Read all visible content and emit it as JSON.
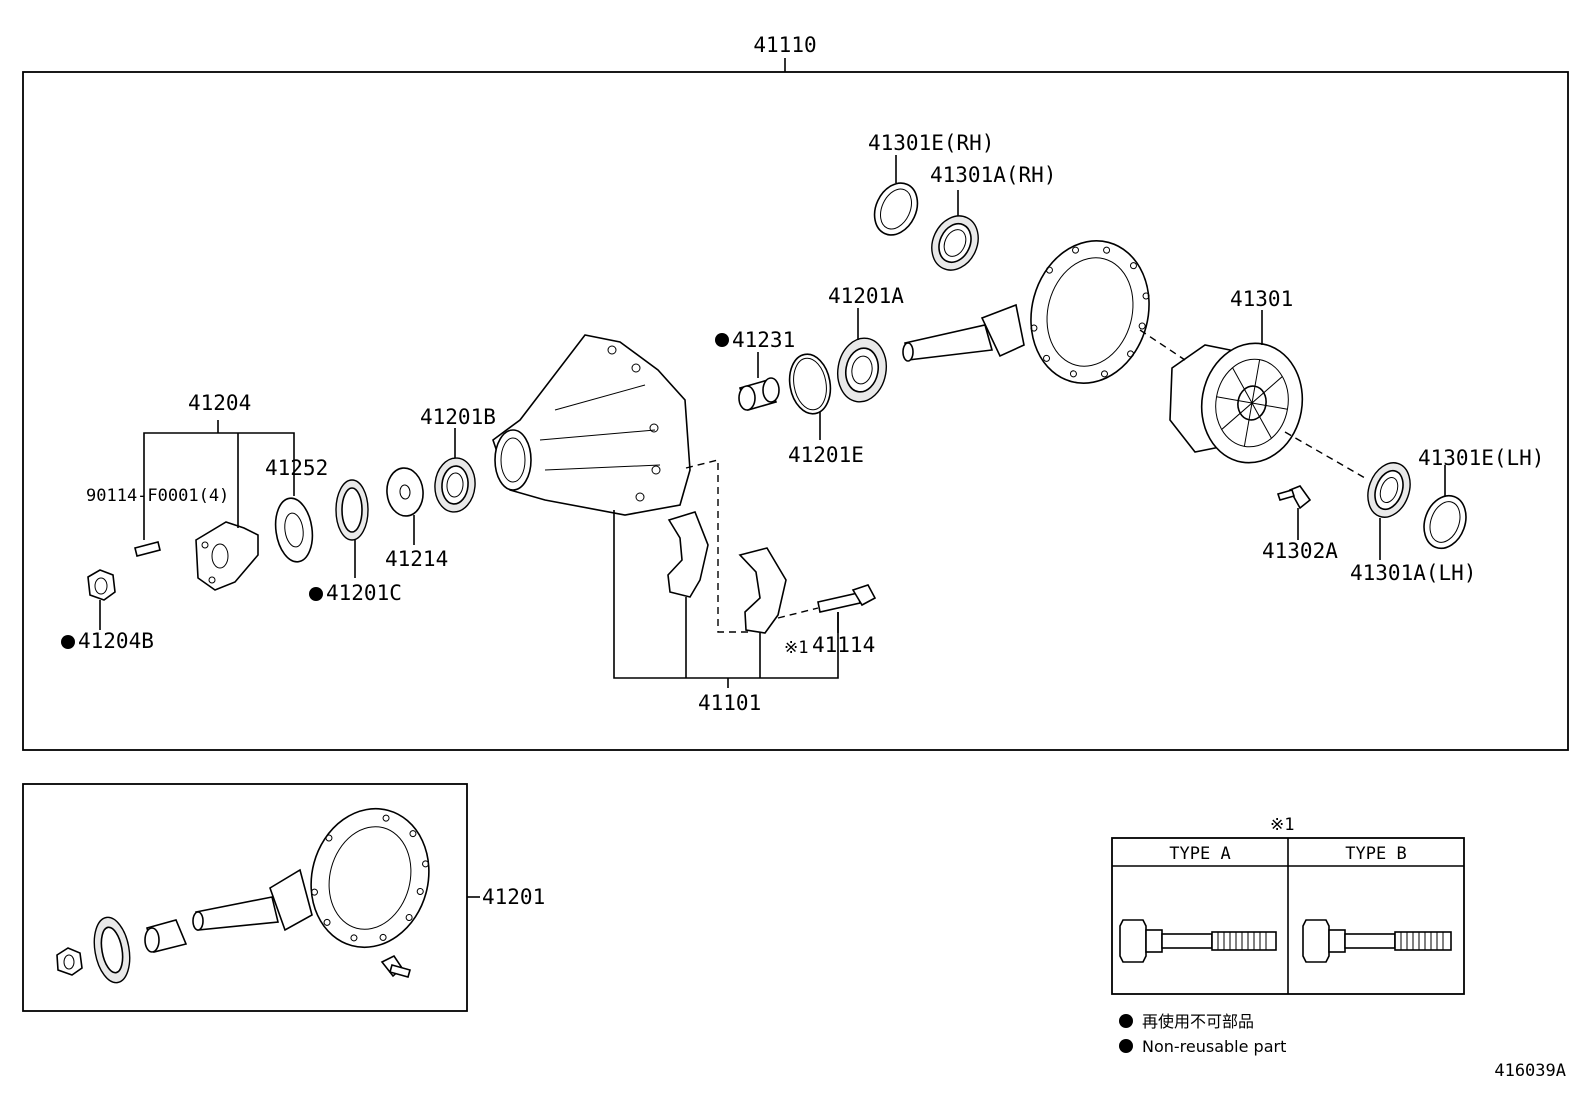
{
  "diagram": {
    "assembly_label": "41110",
    "figure_id": "416039A",
    "part_labels": {
      "p41301E_RH": "41301E(RH)",
      "p41301A_RH": "41301A(RH)",
      "p41201A": "41201A",
      "p41231": "41231",
      "p41201E": "41201E",
      "p41301": "41301",
      "p41204": "41204",
      "p41201B": "41201B",
      "p41252": "41252",
      "p90114": "90114-F0001(4)",
      "p41214": "41214",
      "p41201C": "41201C",
      "p41204B": "41204B",
      "p41301E_LH": "41301E(LH)",
      "p41302A": "41302A",
      "p41301A_LH": "41301A(LH)",
      "p41114": "41114",
      "p41114_note": "※1",
      "p41101": "41101",
      "p41201": "41201"
    },
    "type_table": {
      "note": "※1",
      "col_a": "TYPE A",
      "col_b": "TYPE B"
    },
    "legend": {
      "jp": "再使用不可部品",
      "en": "Non-reusable part"
    }
  }
}
